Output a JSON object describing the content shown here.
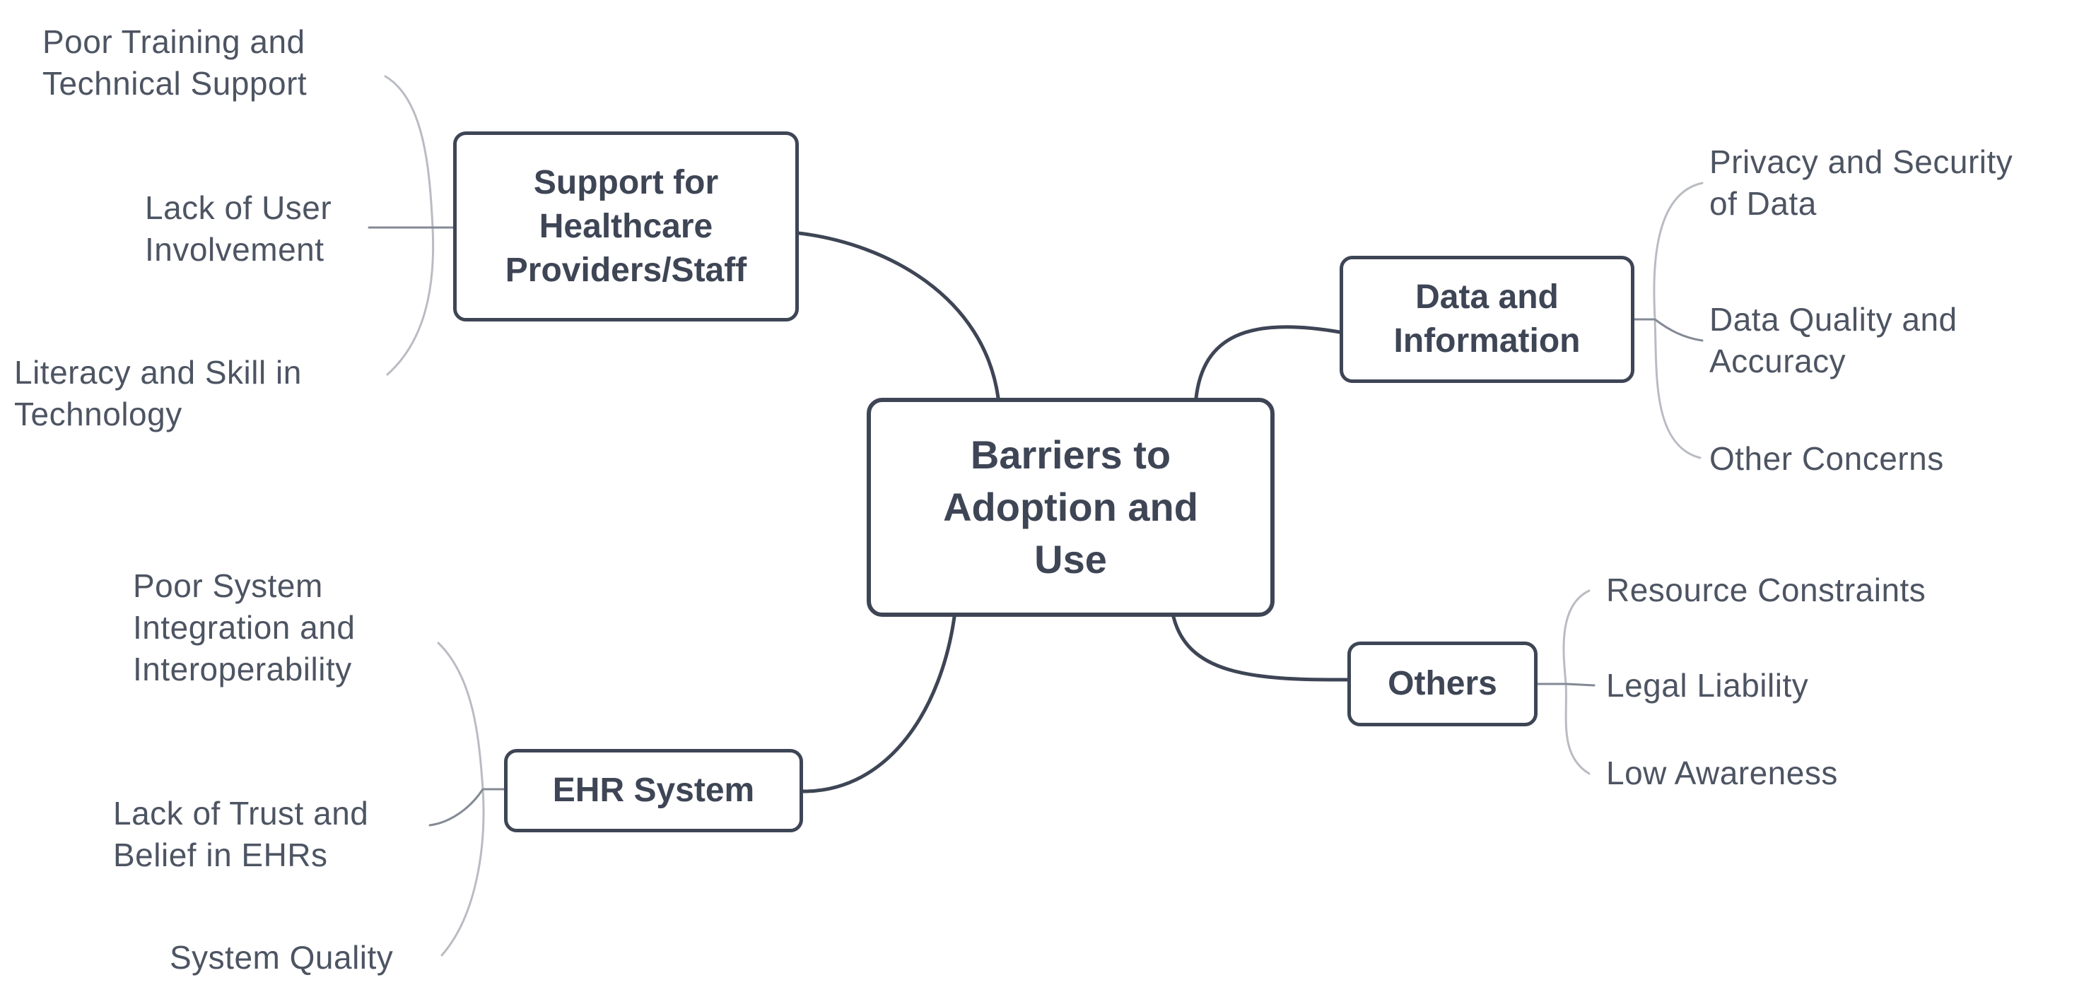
{
  "style": {
    "ink": "#3e4555",
    "leaf_text": "#4d5462",
    "bracket": "#b9bcc2",
    "connector": "#838a94",
    "background": "#ffffff"
  },
  "mindmap": {
    "root": {
      "label": "Barriers to\nAdoption and\nUse"
    },
    "branches": [
      {
        "id": "support",
        "label": "Support for\nHealthcare\nProviders/Staff",
        "leaves": [
          "Poor Training and\nTechnical Support",
          "Lack of User\nInvolvement",
          "Literacy and Skill in\nTechnology"
        ]
      },
      {
        "id": "data",
        "label": "Data and\nInformation",
        "leaves": [
          "Privacy and Security\nof Data",
          "Data Quality and\nAccuracy",
          "Other Concerns"
        ]
      },
      {
        "id": "ehr",
        "label": "EHR System",
        "leaves": [
          "Poor System\nIntegration and\nInteroperability",
          "Lack of Trust and\nBelief in EHRs",
          "System Quality"
        ]
      },
      {
        "id": "others",
        "label": "Others",
        "leaves": [
          "Resource Constraints",
          "Legal Liability",
          "Low Awareness"
        ]
      }
    ]
  }
}
